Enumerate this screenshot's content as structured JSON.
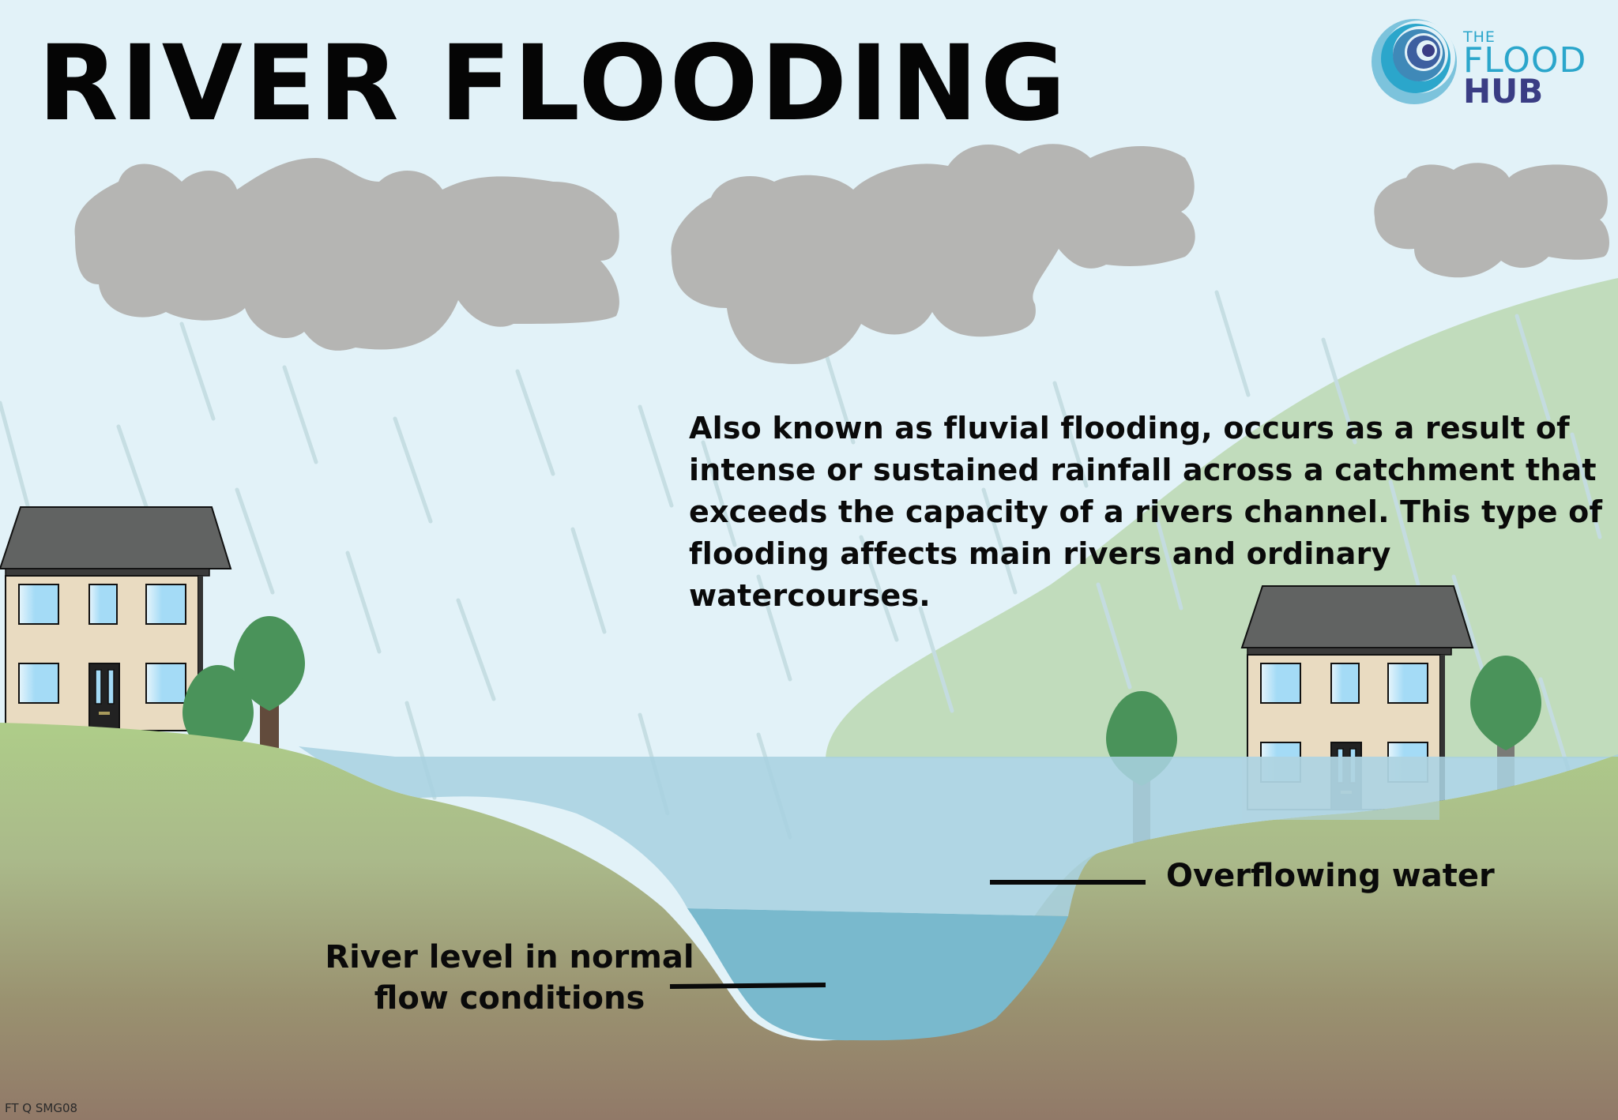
{
  "header": {
    "title": "RIVER FLOODING"
  },
  "logo": {
    "line1": "THE",
    "line2": "FLOOD",
    "line3": "HUB",
    "icon": "swirl-logo-icon",
    "colors": {
      "light": "#2ba6cb",
      "dark": "#3a3d84",
      "pale": "#7cc3dc"
    }
  },
  "description": {
    "text": "Also known as fluvial flooding, occurs as a result of intense or sustained rainfall across a catchment that exceeds the capacity of a rivers channel. This type of flooding affects main rivers and ordinary watercourses."
  },
  "labels": {
    "overflowing": "Overflowing water",
    "normal_line1": "River level in normal",
    "normal_line2": "flow conditions"
  },
  "footer": {
    "code": "FT Q SMG08"
  },
  "colors": {
    "sky": "#e2f2f8",
    "cloud": "#b5b5b3",
    "rain": "#c5dde2",
    "hill_back": "#c1dcbc",
    "grass_top": "#aecd89",
    "soil_bottom": "#917968",
    "flood_water": "#b3d6e2",
    "river_normal": "#79b9cd",
    "roof": "#616362",
    "wall": "#e9dbc1",
    "window": "#a4dbf6",
    "tree_leaf": "#4a935a",
    "tree_trunk": "#624b3c"
  }
}
